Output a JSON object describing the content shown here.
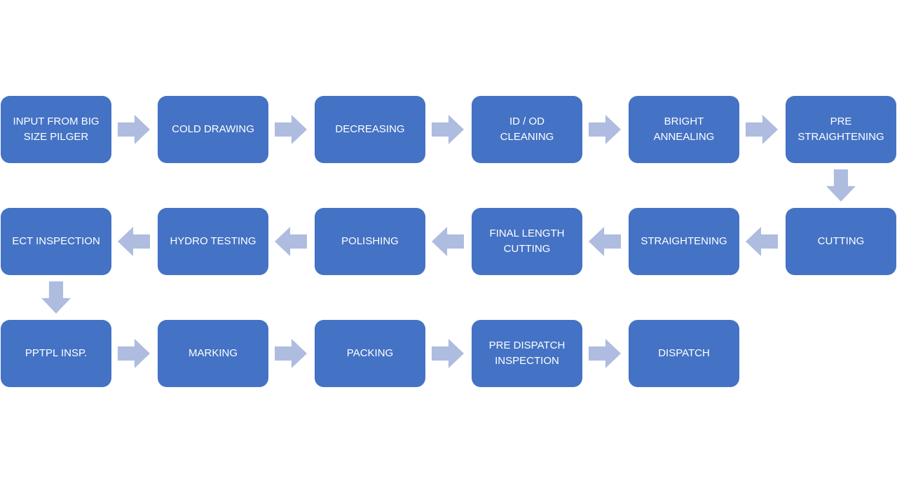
{
  "diagram": {
    "type": "process-flowchart",
    "colors": {
      "box_fill": "#4472C4",
      "arrow_fill": "#AEBCDF",
      "text": "#FFFFFF",
      "background": "#FFFFFF"
    },
    "rows": [
      {
        "flow_direction": "right",
        "boxes": [
          {
            "label": "INPUT FROM BIG\nSIZE PILGER"
          },
          {
            "label": "COLD DRAWING"
          },
          {
            "label": "DECREASING"
          },
          {
            "label": "ID / OD\nCLEANING"
          },
          {
            "label": "BRIGHT\nANNEALING"
          },
          {
            "label": "PRE\nSTRAIGHTENING"
          }
        ]
      },
      {
        "flow_direction": "left",
        "boxes": [
          {
            "label": "ECT INSPECTION"
          },
          {
            "label": "HYDRO TESTING"
          },
          {
            "label": "POLISHING"
          },
          {
            "label": "FINAL LENGTH\nCUTTING"
          },
          {
            "label": "STRAIGHTENING"
          },
          {
            "label": "CUTTING"
          }
        ]
      },
      {
        "flow_direction": "right",
        "boxes": [
          {
            "label": "PPTPL INSP."
          },
          {
            "label": "MARKING"
          },
          {
            "label": "PACKING"
          },
          {
            "label": "PRE DISPATCH\nINSPECTION"
          },
          {
            "label": "DISPATCH"
          }
        ]
      }
    ],
    "connectors": [
      {
        "from": "INPUT FROM BIG SIZE PILGER",
        "to": "COLD DRAWING",
        "direction": "right"
      },
      {
        "from": "COLD DRAWING",
        "to": "DECREASING",
        "direction": "right"
      },
      {
        "from": "DECREASING",
        "to": "ID / OD CLEANING",
        "direction": "right"
      },
      {
        "from": "ID / OD CLEANING",
        "to": "BRIGHT ANNEALING",
        "direction": "right"
      },
      {
        "from": "BRIGHT ANNEALING",
        "to": "PRE STRAIGHTENING",
        "direction": "right"
      },
      {
        "from": "PRE STRAIGHTENING",
        "to": "CUTTING",
        "direction": "down"
      },
      {
        "from": "CUTTING",
        "to": "STRAIGHTENING",
        "direction": "left"
      },
      {
        "from": "STRAIGHTENING",
        "to": "FINAL LENGTH CUTTING",
        "direction": "left"
      },
      {
        "from": "FINAL LENGTH CUTTING",
        "to": "POLISHING",
        "direction": "left"
      },
      {
        "from": "POLISHING",
        "to": "HYDRO TESTING",
        "direction": "left"
      },
      {
        "from": "HYDRO TESTING",
        "to": "ECT INSPECTION",
        "direction": "left"
      },
      {
        "from": "ECT INSPECTION",
        "to": "PPTPL INSP.",
        "direction": "down"
      },
      {
        "from": "PPTPL INSP.",
        "to": "MARKING",
        "direction": "right"
      },
      {
        "from": "MARKING",
        "to": "PACKING",
        "direction": "right"
      },
      {
        "from": "PACKING",
        "to": "PRE DISPATCH INSPECTION",
        "direction": "right"
      },
      {
        "from": "PRE DISPATCH INSPECTION",
        "to": "DISPATCH",
        "direction": "right"
      }
    ]
  }
}
